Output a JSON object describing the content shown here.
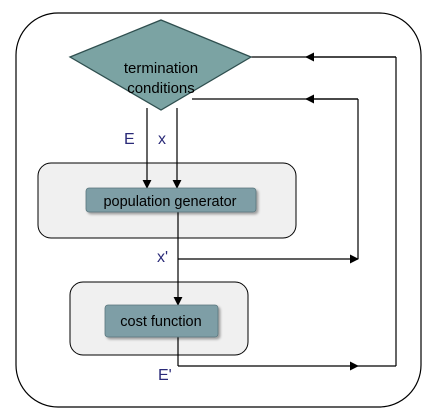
{
  "nodes": {
    "termination": {
      "line1": "termination",
      "line2": "conditions"
    },
    "population_generator": {
      "label": "population generator"
    },
    "cost_function": {
      "label": "cost function"
    }
  },
  "edges": {
    "e_label": "E",
    "x_label": "x",
    "x_prime_label": "x'",
    "e_prime_label": "E'"
  },
  "colors": {
    "diamond_fill": "#7ba3a3",
    "diamond_stroke": "#2f4f4f",
    "inner_label_fill": "#7e9ea6",
    "group_box_fill": "#f0f0f0",
    "line": "#000000",
    "edge_label_text": "#2a2a78"
  }
}
